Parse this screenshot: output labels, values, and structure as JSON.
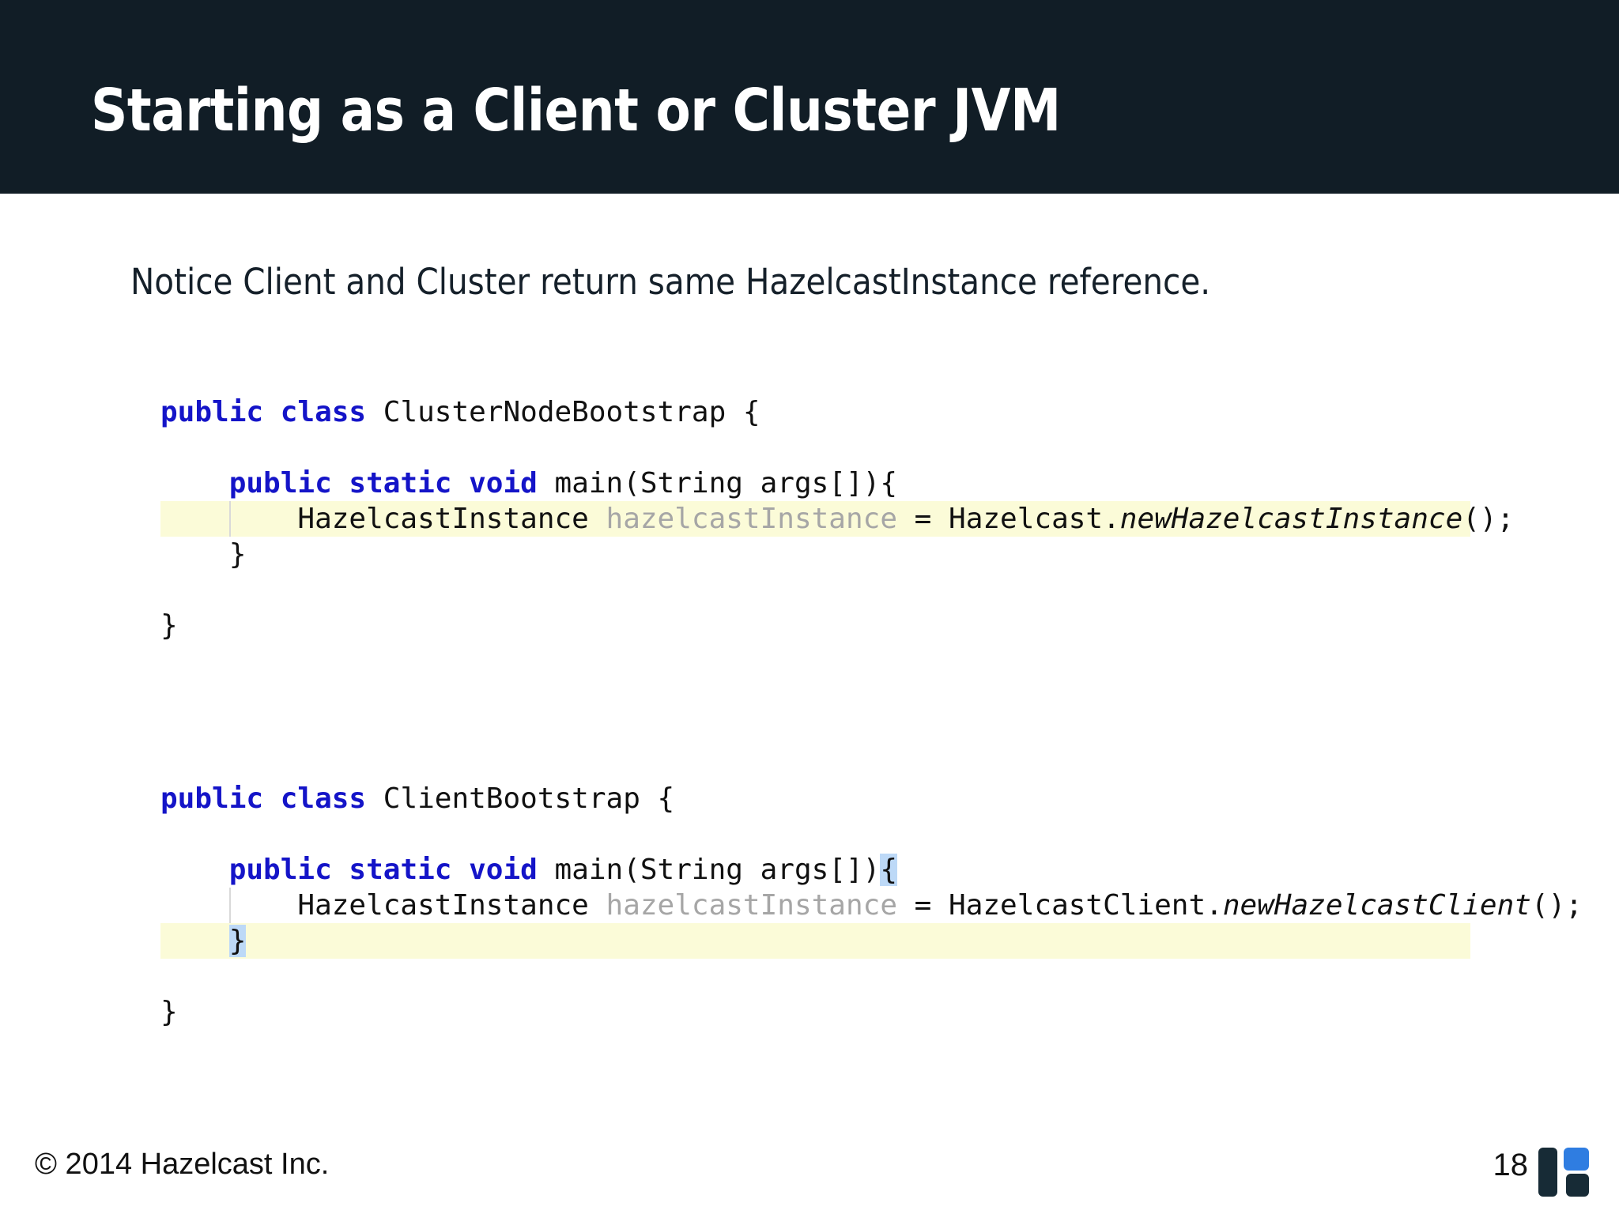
{
  "slide": {
    "title": "Starting as a Client or Cluster JVM",
    "notice": "Notice Client and Cluster return same HazelcastInstance reference.",
    "page_number": "18",
    "copyright": "© 2014 Hazelcast Inc.",
    "colors": {
      "header_background": "#111d26",
      "body_background": "#ffffff",
      "title_text": "#ffffff",
      "keyword_blue": "#1414c8",
      "variable_gray": "#a6a6a6",
      "line_highlight_yellow": "#fbfbd8",
      "brace_match_blue": "#bdd9f7",
      "logo_blue": "#2f7de1",
      "logo_dark": "#172b36"
    }
  },
  "code_blocks": [
    {
      "id": "cluster-node-bootstrap",
      "lines": [
        {
          "indent": 0,
          "highlighted": false,
          "guide": false,
          "tokens": [
            {
              "text": "public class ",
              "style": "kw"
            },
            {
              "text": "ClusterNodeBootstrap {",
              "style": "plain"
            }
          ]
        },
        {
          "indent": 0,
          "highlighted": false,
          "guide": false,
          "tokens": [
            {
              "text": " ",
              "style": "plain"
            }
          ]
        },
        {
          "indent": 0,
          "highlighted": false,
          "guide": false,
          "tokens": [
            {
              "text": "    ",
              "style": "plain"
            },
            {
              "text": "public static void ",
              "style": "kw"
            },
            {
              "text": "main(String args[]){",
              "style": "plain"
            }
          ]
        },
        {
          "indent": 0,
          "highlighted": true,
          "guide": true,
          "tokens": [
            {
              "text": "        HazelcastInstance ",
              "style": "plain"
            },
            {
              "text": "hazelcastInstance",
              "style": "var"
            },
            {
              "text": " = Hazelcast.",
              "style": "plain"
            },
            {
              "text": "newHazelcastInstance",
              "style": "method"
            },
            {
              "text": "();",
              "style": "plain"
            }
          ]
        },
        {
          "indent": 0,
          "highlighted": false,
          "guide": false,
          "tokens": [
            {
              "text": "    }",
              "style": "plain"
            }
          ]
        },
        {
          "indent": 0,
          "highlighted": false,
          "guide": false,
          "tokens": [
            {
              "text": " ",
              "style": "plain"
            }
          ]
        },
        {
          "indent": 0,
          "highlighted": false,
          "guide": false,
          "tokens": [
            {
              "text": "}",
              "style": "plain"
            }
          ]
        }
      ]
    },
    {
      "id": "client-bootstrap",
      "lines": [
        {
          "indent": 0,
          "highlighted": false,
          "guide": false,
          "tokens": [
            {
              "text": "public class ",
              "style": "kw"
            },
            {
              "text": "ClientBootstrap {",
              "style": "plain"
            }
          ]
        },
        {
          "indent": 0,
          "highlighted": false,
          "guide": false,
          "tokens": [
            {
              "text": " ",
              "style": "plain"
            }
          ]
        },
        {
          "indent": 0,
          "highlighted": false,
          "guide": false,
          "tokens": [
            {
              "text": "    ",
              "style": "plain"
            },
            {
              "text": "public static void ",
              "style": "kw"
            },
            {
              "text": "main(String args[])",
              "style": "plain"
            },
            {
              "text": "{",
              "style": "brace-match"
            }
          ]
        },
        {
          "indent": 0,
          "highlighted": false,
          "guide": true,
          "tokens": [
            {
              "text": "        HazelcastInstance ",
              "style": "plain"
            },
            {
              "text": "hazelcastInstance",
              "style": "var"
            },
            {
              "text": " = HazelcastClient.",
              "style": "plain"
            },
            {
              "text": "newHazelcastClient",
              "style": "method"
            },
            {
              "text": "();",
              "style": "plain"
            }
          ]
        },
        {
          "indent": 0,
          "highlighted": true,
          "guide": false,
          "tokens": [
            {
              "text": "    ",
              "style": "plain"
            },
            {
              "text": "}",
              "style": "brace-match"
            }
          ]
        },
        {
          "indent": 0,
          "highlighted": false,
          "guide": false,
          "tokens": [
            {
              "text": " ",
              "style": "plain"
            }
          ]
        },
        {
          "indent": 0,
          "highlighted": false,
          "guide": false,
          "tokens": [
            {
              "text": "}",
              "style": "plain"
            }
          ]
        }
      ]
    }
  ]
}
